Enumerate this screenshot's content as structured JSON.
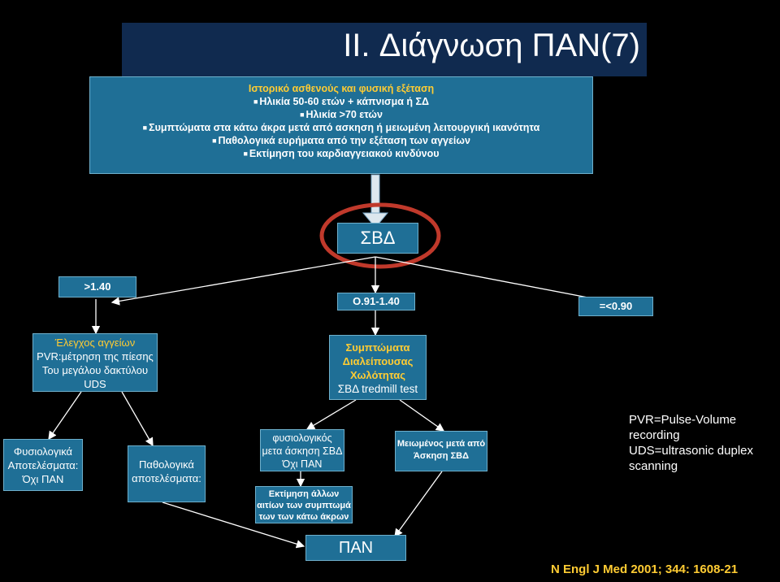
{
  "title": "II. Διάγνωση ΠΑΝ(7)",
  "history": {
    "heading": "Ιστορικό ασθενούς και φυσική εξέταση",
    "lines": [
      "Ηλικία 50-60 ετών + κάπνισμα ή ΣΔ",
      "Ηλικία >70 ετών",
      "Συμπτώματα στα κάτω άκρα μετά από ασκηση ή μειωμένη λειτουργική ικανότητα",
      "Παθολογικά ευρήματα από την εξέταση των αγγείων",
      "Εκτίμηση του καρδιαγγειακού κινδύνου"
    ]
  },
  "abi": "ΣΒΔ",
  "branches": {
    "high": ">1.40",
    "mid": "O.91-1.40",
    "low": "=<0.90"
  },
  "vessel_check": {
    "line1": "Έλεγχος αγγείων",
    "line2": "PVR:μέτρηση της πίεσης",
    "line3": "Του μεγάλου δακτύλου",
    "line4": "UDS"
  },
  "symptoms": {
    "line1": "Συμπτώματα",
    "line2": "Διαλείπουσας",
    "line3": "Χωλότητας",
    "line4": "ΣΒΔ tredmill test"
  },
  "normal_results": {
    "line1": "Φυσιολογικά",
    "line2": "Αποτελέσματα:",
    "line3": "Όχι ΠΑΝ"
  },
  "abnormal_results": {
    "line1": "Παθολογικά",
    "line2": "αποτελέσματα:"
  },
  "normal_exercise": {
    "line1": "φυσιολογικός",
    "line2": "μετα άσκηση ΣΒΔ",
    "line3": "Όχι ΠΑΝ"
  },
  "reduced_exercise": {
    "line1": "Μειωμένος μετά από",
    "line2": "Άσκηση ΣΒΔ"
  },
  "other_causes": {
    "line1": "Εκτίμηση άλλων",
    "line2": "αιτίων των συμπτωμά",
    "line3": "των των κάτω άκρων"
  },
  "pan": "ΠΑΝ",
  "abbreviations": {
    "line1": "PVR=Pulse-Volume",
    "line2": "recording",
    "line3": "UDS=ultrasonic duplex",
    "line4": "scanning"
  },
  "reference": "N Engl J Med 2001; 344: 1608-21",
  "colors": {
    "background": "#000000",
    "title_bar": "#102a4f",
    "panel": "#1f6f96",
    "accent_gold": "#ffcc33",
    "circle_red": "#c0392b"
  }
}
